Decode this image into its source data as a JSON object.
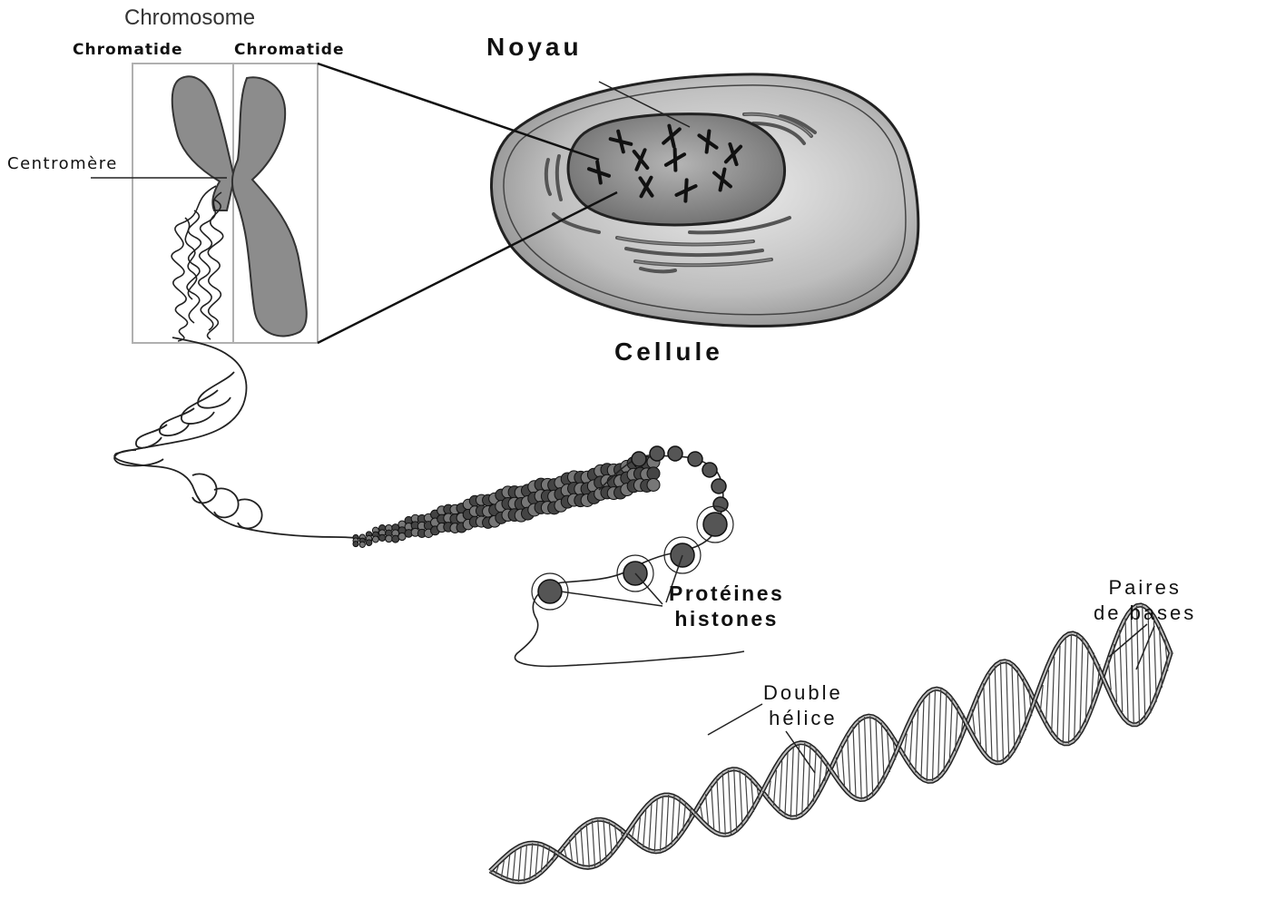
{
  "labels": {
    "chromosome": "Chromosome",
    "chromatide_left": "Chromatide",
    "chromatide_right": "Chromatide",
    "centromere": "Centromère",
    "noyau": "Noyau",
    "cellule": "Cellule",
    "histones_line1": "Protéines",
    "histones_line2": "histones",
    "paires_line1": "Paires",
    "paires_line2": "de bases",
    "double_line1": "Double",
    "double_line2": "hélice"
  },
  "colors": {
    "ink": "#111111",
    "chromatid_fill": "#8c8c8c",
    "cell_fill": "#cfcfcf",
    "nucleus_fill": "#8a8a8a",
    "bead_fill": "#555555"
  }
}
